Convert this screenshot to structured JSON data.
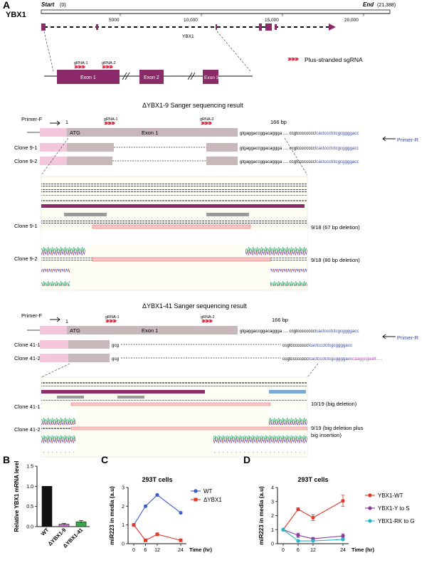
{
  "panelA": {
    "label": "A",
    "gene": "YBX1",
    "start_label": "Start",
    "start_value": "(0)",
    "end_label": "End",
    "end_value": "(21,388)",
    "ticks": [
      "5000",
      "10,000",
      "15,000",
      "20,000"
    ],
    "gene_track_label": "YBX1",
    "grna1": "gRNA-1",
    "grna2": "gRNA-2",
    "exon1": "Exon 1",
    "exon2": "Exon 2",
    "exon3": "Exon 3",
    "legend": "Plus-stranded sgRNA"
  },
  "seq9": {
    "title": "ΔYBX1-9 Sanger sequencing result",
    "primer_f": "Primer-F",
    "primer_r": "Primer-R",
    "one": "1",
    "atg": "ATG",
    "exon1": "Exon 1",
    "grna1": "gRNA-1",
    "grna2": "gRNA-2",
    "bp": "166 bp",
    "seq_black": "gtgaggaccggacaggga .... ccgtcccccccc",
    "seq_blue": "tcactccctctcgcggggacc",
    "clones": [
      {
        "name": "Clone 9-1",
        "seq": "gtgaggaccggacaggga",
        "tail": "ccgtcccccccc",
        "blue": "tcactccctctcgcggggacc"
      },
      {
        "name": "Clone 9-2",
        "seq": "gtgaggaccggacaggga",
        "tail": "ccgtcccccccc",
        "blue": "tcactccctctcgcggggacc"
      }
    ],
    "tracks": [
      {
        "name": "Clone 9-1",
        "note": "9/18 (67 bp deletion)"
      },
      {
        "name": "Clone 9-2",
        "note": "9/18 (80 bp deletion)"
      }
    ]
  },
  "seq41": {
    "title": "ΔYBX1-41 Sanger sequencing result",
    "primer_f": "Primer-F",
    "primer_r": "Primer-R",
    "one": "1",
    "atg": "ATG",
    "exon1": "Exon 1",
    "grna1": "gRNA-1",
    "grna2": "gRNA-2",
    "bp": "166 bp",
    "seq_black": "gtgaggaccggacaggga .... ccgtcccccccc",
    "seq_blue": "tcactccctctcgcggggacc",
    "clones": [
      {
        "name": "Clone 41-1",
        "seq": "gcg",
        "tail": "ccgtcccccccc",
        "blue": "tcactccctctcgcggggacc",
        "pink": ""
      },
      {
        "name": "Clone 41-2",
        "seq": "gcg",
        "tail": "ccgtcccccccc",
        "blue": "tcactccctctcgcggggacc",
        "pink": "caaggcgaatt....."
      }
    ],
    "tracks": [
      {
        "name": "Clone 41-1",
        "note": "10/19 (big deletion)"
      },
      {
        "name": "Clone 41-2",
        "note": "9/19 (big deletion plus",
        "note2": "big insertion)"
      }
    ]
  },
  "chart_data": [
    {
      "type": "bar",
      "panel": "B",
      "ylabel": "Relative YBX1 mRNA level",
      "categories": [
        "WT",
        "ΔYBX1-9",
        "ΔYBX1-41"
      ],
      "values": [
        1.0,
        0.06,
        0.12
      ],
      "errors": [
        0,
        0.02,
        0.03
      ],
      "colors": [
        "#111111",
        "#d070c8",
        "#3aa84a"
      ],
      "ylim": [
        0,
        1.5
      ],
      "yticks": [
        "0.0",
        "0.5",
        "1.0",
        "1.5"
      ]
    },
    {
      "type": "line",
      "panel": "C",
      "title": "293T cells",
      "xlabel": "Time (hr)",
      "ylabel": "miR223 in media (a.u)",
      "x": [
        0,
        6,
        12,
        24
      ],
      "xticks": [
        "0",
        "6",
        "12",
        "24"
      ],
      "ylim": [
        0,
        3
      ],
      "yticks": [
        "0",
        "1",
        "2",
        "3"
      ],
      "series": [
        {
          "name": "WT",
          "values": [
            1.0,
            2.0,
            2.6,
            1.65
          ],
          "color": "#3a5fc8"
        },
        {
          "name": "ΔYBX1",
          "values": [
            1.0,
            0.18,
            0.5,
            0.18
          ],
          "color": "#e03a2a"
        }
      ]
    },
    {
      "type": "line",
      "panel": "D",
      "title": "293T cells",
      "xlabel": "Time (hr)",
      "ylabel": "miR223 in media (a.u)",
      "x": [
        0,
        6,
        12,
        24
      ],
      "xticks": [
        "0",
        "6",
        "12",
        "24"
      ],
      "ylim": [
        0,
        4
      ],
      "yticks": [
        "0",
        "1",
        "2",
        "3",
        "4"
      ],
      "series": [
        {
          "name": "YBX1-WT",
          "values": [
            1.0,
            2.45,
            1.85,
            3.05
          ],
          "errors": [
            0,
            0.1,
            0.2,
            0.4
          ],
          "color": "#e03a2a"
        },
        {
          "name": "YBX1-Y to S",
          "values": [
            1.0,
            0.6,
            0.35,
            0.55
          ],
          "errors": [
            0,
            0.15,
            0.08,
            0.15
          ],
          "color": "#8a3a9a"
        },
        {
          "name": "YBX1-RK to G",
          "values": [
            1.0,
            0.2,
            0.2,
            0.3
          ],
          "errors": [
            0,
            0.05,
            0.05,
            0.06
          ],
          "color": "#2ab4c8"
        }
      ]
    }
  ],
  "panel_letters": {
    "B": "B",
    "C": "C",
    "D": "D"
  }
}
